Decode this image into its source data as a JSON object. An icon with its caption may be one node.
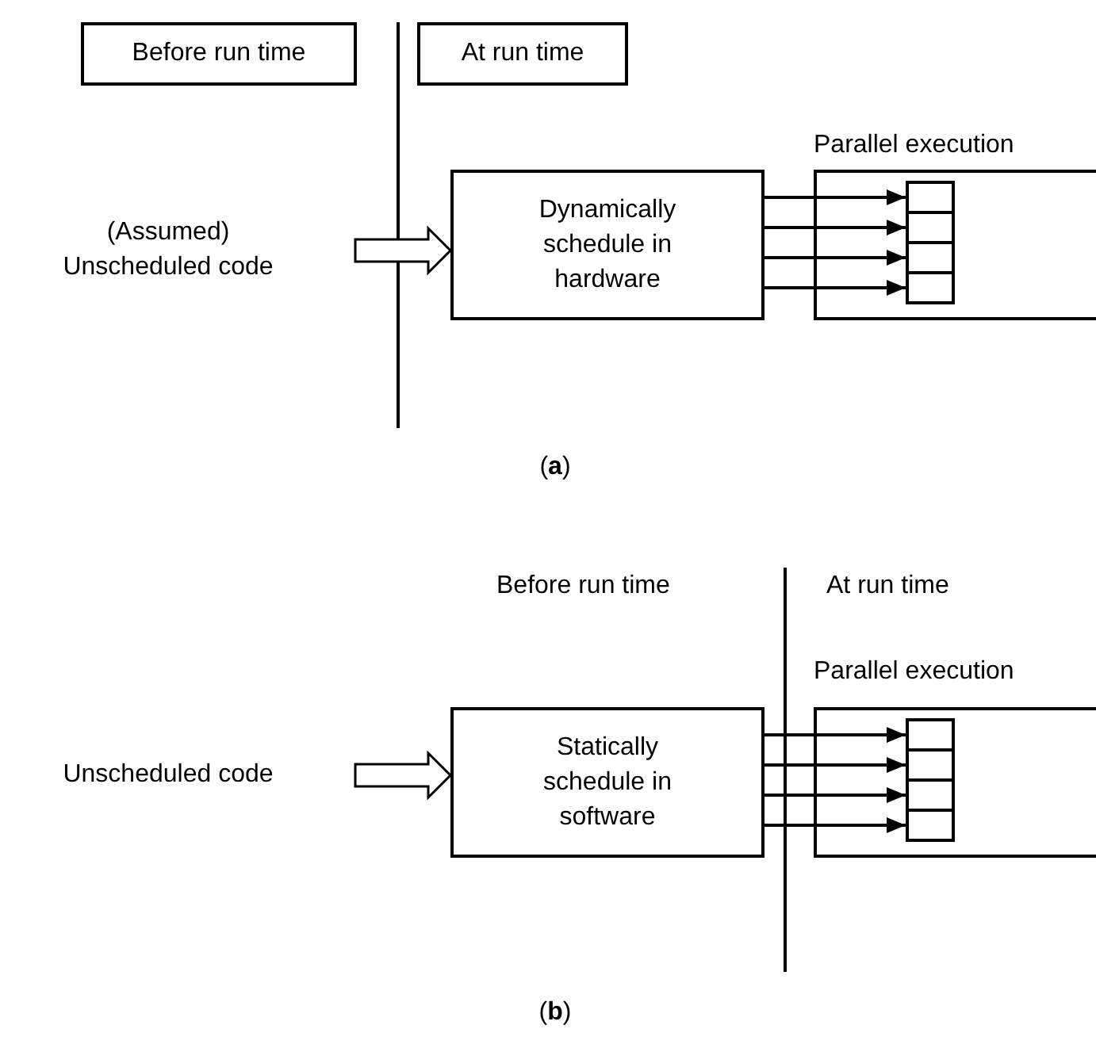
{
  "diagram": {
    "nodes": [
      {
        "text": [
          "Before run time"
        ]
      },
      {
        "text": [
          "At run time"
        ]
      },
      {
        "text": [
          "(Assumed) Unscheduled code"
        ]
      },
      {
        "text": [
          "Dynamically schedule in hardware"
        ]
      },
      {
        "text": [
          "Parallel execution"
        ]
      },
      {
        "text": [],
        "shape": "box",
        "in": 4
      },
      {
        "text": [],
        "shape": "box",
        "in": 4
      },
      {
        "text": [],
        "shape": "box",
        "in": 4
      },
      {
        "text": [],
        "shape": "box",
        "in": 4
      },
      {
        "text": [
          "Unscheduled code"
        ]
      },
      {
        "text": [
          "Statically schedule in software"
        ]
      },
      {
        "text": [
          "Parallel execution"
        ]
      },
      {
        "text": [],
        "shape": "box",
        "in": 11
      },
      {
        "text": [],
        "shape": "box",
        "in": 11
      },
      {
        "text": [],
        "shape": "box",
        "in": 11
      },
      {
        "text": [],
        "shape": "box",
        "in": 11
      }
    ],
    "edges": [
      {
        "from": 2,
        "to": 3,
        "arrow": "to",
        "style": "thick"
      },
      {
        "from": 3,
        "to": 5,
        "arrow": "to"
      },
      {
        "from": 3,
        "to": 6,
        "arrow": "to"
      },
      {
        "from": 3,
        "to": 7,
        "arrow": "to"
      },
      {
        "from": 3,
        "to": 8,
        "arrow": "to"
      },
      {
        "from": 9,
        "to": 10,
        "arrow": "to",
        "style": "thick"
      },
      {
        "from": 10,
        "to": 12,
        "arrow": "to"
      },
      {
        "from": 10,
        "to": 13,
        "arrow": "to"
      },
      {
        "from": 10,
        "to": 14,
        "arrow": "to"
      },
      {
        "from": 10,
        "to": 15,
        "arrow": "to"
      }
    ],
    "labels": [
      "(**a**)",
      "Before run time",
      "At run time",
      "(**b**)"
    ]
  }
}
